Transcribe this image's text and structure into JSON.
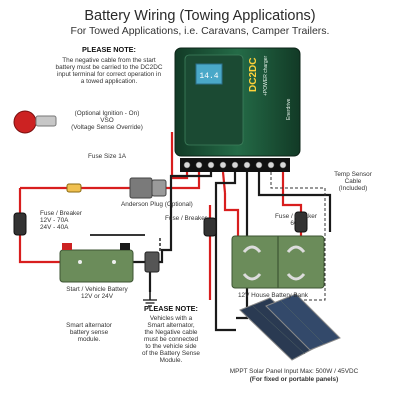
{
  "header": {
    "title": "Battery Wiring (Towing Applications)",
    "subtitle": "For Towed Applications, i.e. Caravans, Camper Trailers."
  },
  "note_top": {
    "heading": "PLEASE NOTE:",
    "lines": [
      "The negative cable from the start",
      "battery must be carried to the DC2DC",
      "input terminal for correct operation in",
      "a towed application."
    ]
  },
  "ignition": {
    "lines": [
      "(Optional Ignition - On)",
      "VSO",
      "(Voltage Sense Override)"
    ]
  },
  "fuse_1a": "Fuse Size 1A",
  "anderson": "Anderson Plug (Optional)",
  "fuse_left": {
    "lines": [
      "Fuse / Breaker",
      "12V - 70A",
      "24V - 40A"
    ]
  },
  "fuse_mid": "Fuse / Breaker",
  "fuse_right": {
    "lines": [
      "Fuse / Breaker",
      "60A"
    ]
  },
  "temp_sensor": {
    "lines": [
      "Temp Sensor",
      "Cable",
      "(Included)"
    ]
  },
  "house_battery": "12V House Battery Bank",
  "start_battery": {
    "lines": [
      "Start / Vehicle Battery",
      "12V or 24V"
    ]
  },
  "smart_alt": {
    "lines": [
      "Smart alternator",
      "battery sense",
      "module."
    ]
  },
  "note_bottom": {
    "heading": "PLEASE NOTE:",
    "lines": [
      "Vehicles with a",
      "Smart alternator,",
      "the Negative cable",
      "must be connected",
      "to the vehicle side",
      "of the Battery Sense",
      "Module."
    ]
  },
  "solar": {
    "line1": "MPPT Solar Panel Input Max: 500W / 45VDC",
    "line2": "(For fixed or portable panels)"
  },
  "device": {
    "brand": "Enerdrive",
    "model": "DC2DC",
    "tagline": "+POWER charger",
    "display": "14.4"
  },
  "colors": {
    "positive": "#d81e1e",
    "negative": "#1a1a1a",
    "device": "#1e5a3c",
    "battery": "#6b8c5a"
  }
}
